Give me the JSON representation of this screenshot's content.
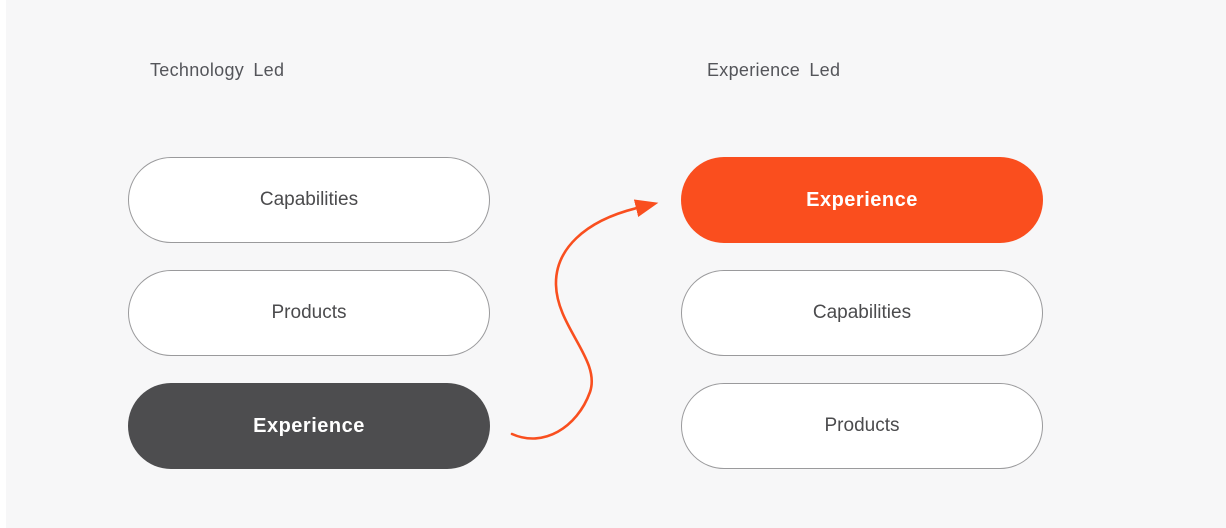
{
  "diagram": {
    "background_color": "#f7f7f8",
    "columns": [
      {
        "title": "Technology Led",
        "items": [
          {
            "label": "Capabilities",
            "style": "outline"
          },
          {
            "label": "Products",
            "style": "outline"
          },
          {
            "label": "Experience",
            "style": "dark-filled"
          }
        ]
      },
      {
        "title": "Experience Led",
        "items": [
          {
            "label": "Experience",
            "style": "orange-filled"
          },
          {
            "label": "Capabilities",
            "style": "outline"
          },
          {
            "label": "Products",
            "style": "outline"
          }
        ]
      }
    ],
    "arrow": {
      "name": "curved-arrow-left-experience-to-right-experience",
      "color": "#f94f1f"
    },
    "colors": {
      "orange_fill": "#fa4e1e",
      "dark_gray_fill": "#4d4d4f",
      "outline_border": "#9a9a9c",
      "pill_text": "#4b4b4d",
      "title_text": "#54555a"
    }
  }
}
